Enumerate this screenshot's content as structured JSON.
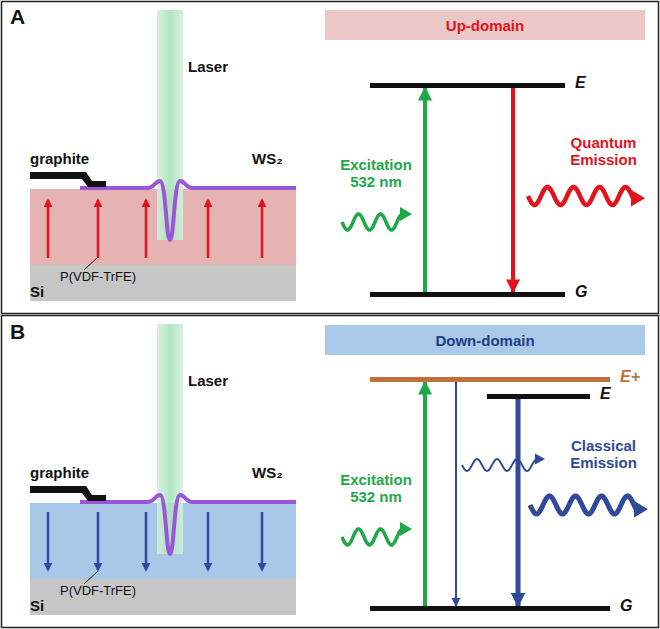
{
  "diagram": {
    "nodes": [
      {
        "text": [
          "Up-domain"
        ]
      },
      {
        "text": [
          "E"
        ]
      },
      {
        "text": [
          "G"
        ]
      },
      {
        "text": [
          "Down-domain"
        ]
      },
      {
        "text": [
          "E+"
        ]
      },
      {
        "text": [
          "E"
        ]
      },
      {
        "text": [
          "G"
        ]
      }
    ],
    "edges": [
      {
        "from": 2,
        "to": 1,
        "arrow": "to"
      },
      {
        "from": 1,
        "to": 2,
        "arrow": "to"
      },
      {
        "from": 6,
        "to": 4,
        "arrow": "to"
      },
      {
        "from": 4,
        "to": 6,
        "arrow": "to"
      },
      {
        "from": 5,
        "to": 6,
        "arrow": "to"
      }
    ],
    "labels": [
      "A",
      "Laser",
      "graphite",
      "WS₂",
      "P(VDF-TrFE)",
      "Si",
      "Excitation 532 nm",
      "Quantum Emission",
      "B",
      "Laser",
      "graphite",
      "WS₂",
      "P(VDF-TrFE)",
      "Si",
      "Excitation 532 nm",
      "Classical Emission"
    ]
  }
}
